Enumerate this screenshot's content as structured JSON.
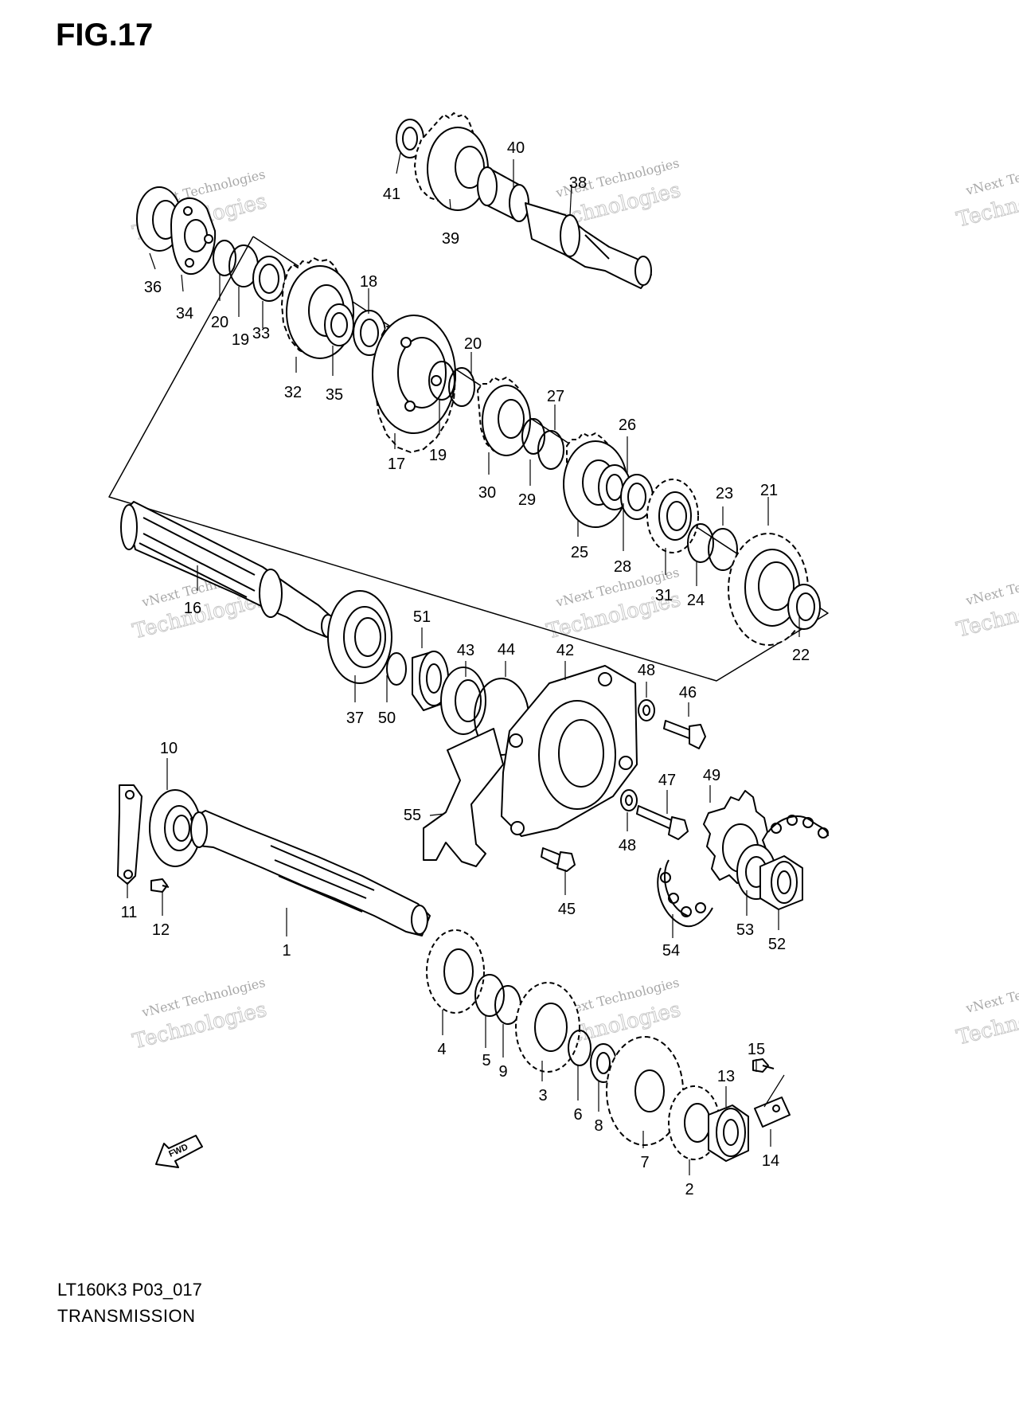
{
  "header": {
    "title": "FIG.17"
  },
  "footer": {
    "model_code": "LT160K3 P03_017",
    "section": "TRANSMISSION"
  },
  "fwd_badge": "FWD",
  "watermark": {
    "line1": "vNext Technologies",
    "line2": "Technologies"
  },
  "callouts": [
    "1",
    "2",
    "3",
    "4",
    "5",
    "6",
    "7",
    "8",
    "9",
    "10",
    "11",
    "12",
    "13",
    "14",
    "15",
    "16",
    "17",
    "18",
    "19",
    "20",
    "21",
    "22",
    "23",
    "24",
    "25",
    "26",
    "27",
    "28",
    "29",
    "30",
    "31",
    "32",
    "33",
    "34",
    "35",
    "36",
    "37",
    "38",
    "39",
    "40",
    "41",
    "42",
    "43",
    "44",
    "45",
    "46",
    "47",
    "48",
    "49",
    "50",
    "51",
    "52",
    "53",
    "54",
    "55"
  ]
}
